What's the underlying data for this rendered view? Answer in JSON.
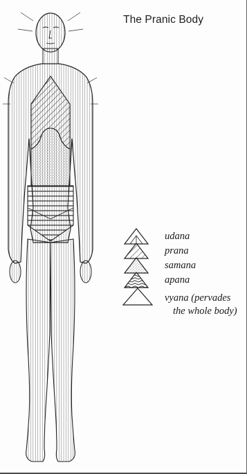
{
  "title": "The Pranic Body",
  "legend": {
    "udana": "udana",
    "prana": "prana",
    "samana": "samana",
    "apana": "apana",
    "vyana_line1": "vyana (pervades",
    "vyana_line2": "the whole body)"
  }
}
